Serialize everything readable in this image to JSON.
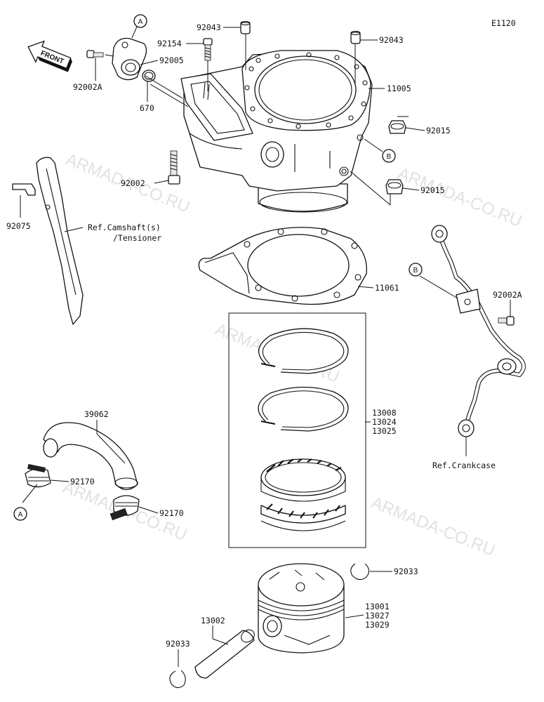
{
  "diagram_code": "E1120",
  "front_label": "FRONT",
  "watermark": "ARMADA-CO.RU",
  "markers": {
    "a": "A",
    "b": "B"
  },
  "parts": {
    "p92043a": "92043",
    "p92043b": "92043",
    "p92154": "92154",
    "p92005": "92005",
    "p92002a_top": "92002A",
    "p670": "670",
    "p11005": "11005",
    "p92015a": "92015",
    "p92015b": "92015",
    "p92002": "92002",
    "p92075": "92075",
    "p11061": "11061",
    "p92002a_right": "92002A",
    "p13008": "13008",
    "p13024": "13024",
    "p13025": "13025",
    "p39062": "39062",
    "p92170a": "92170",
    "p92170b": "92170",
    "p92033a": "92033",
    "p92033b": "92033",
    "p13001": "13001",
    "p13027": "13027",
    "p13029": "13029",
    "p13002": "13002"
  },
  "refs": {
    "camshaft_1": "Ref.Camshaft(s)",
    "camshaft_2": "/Tensioner",
    "crankcase": "Ref.Crankcase"
  }
}
